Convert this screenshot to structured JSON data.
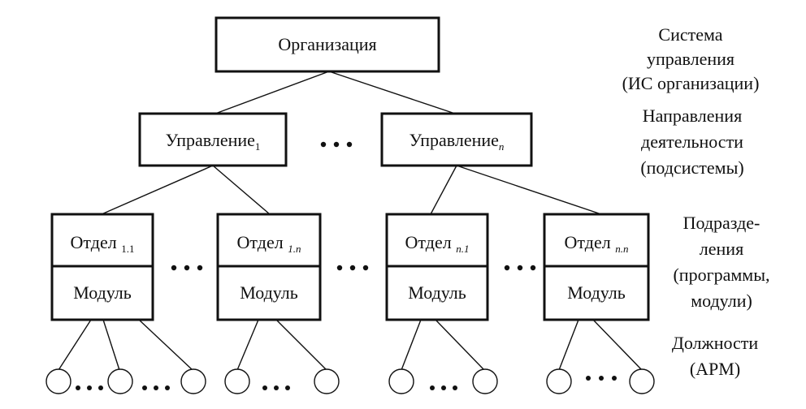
{
  "nodes": {
    "org": "Организация",
    "mgmt1": {
      "base": "Управление",
      "sub": "1"
    },
    "mgmtn": {
      "base": "Управление",
      "sub": "n"
    },
    "dept11": {
      "base": "Отдел ",
      "sub": "1.1"
    },
    "dept1n": {
      "base": "Отдел ",
      "sub": "1.n"
    },
    "deptn1": {
      "base": "Отдел ",
      "sub": "n.1"
    },
    "deptnn": {
      "base": "Отдел ",
      "sub": "n.n"
    },
    "module": "Модуль"
  },
  "side_labels": {
    "level1": [
      "Система",
      "управления",
      "(ИС организации)"
    ],
    "level2": [
      "Направления",
      "деятельности",
      "(подсистемы)"
    ],
    "level3": [
      "Подразде-",
      "ления",
      "(программы,",
      "модули)"
    ],
    "level4": [
      "Должности",
      "(АРМ)"
    ]
  }
}
